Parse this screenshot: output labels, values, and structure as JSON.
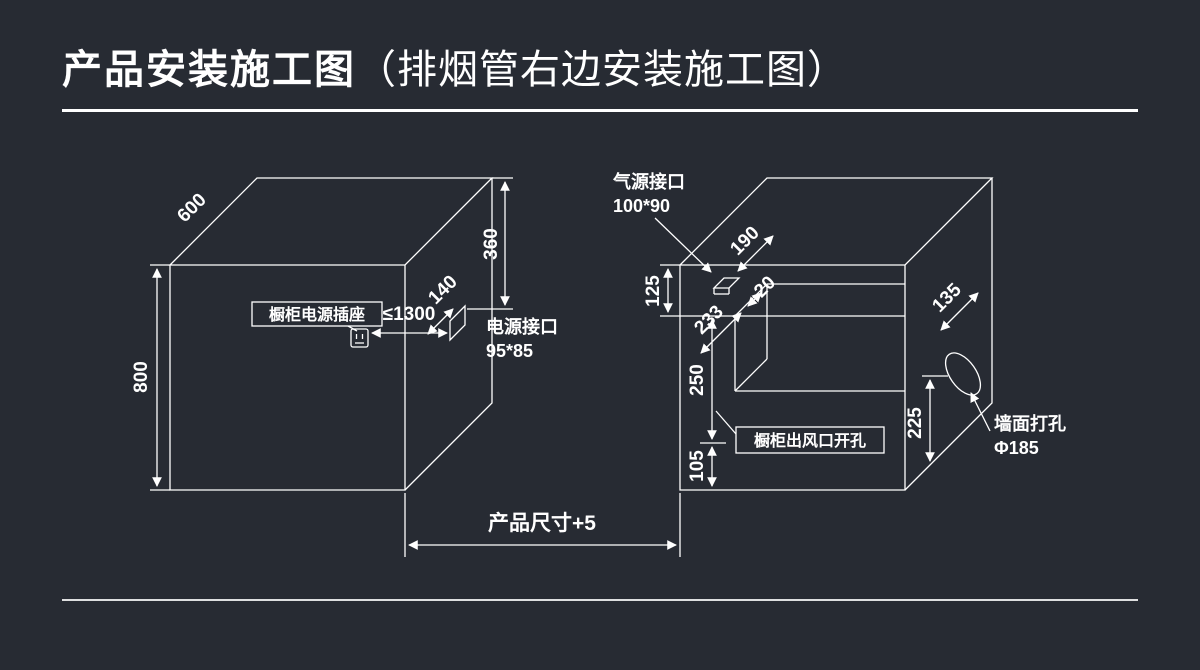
{
  "page": {
    "bg_color": "#272b33",
    "line_color": "#ffffff"
  },
  "title": {
    "main": "产品安装施工图",
    "sub": "（排烟管右边安装施工图）"
  },
  "left": {
    "dims": {
      "depth": "600",
      "height": "800",
      "port_drop": "360",
      "port_offset": "140",
      "socket_distance": "≤1300"
    },
    "socket_label": "橱柜电源插座",
    "power_port": {
      "title": "电源接口",
      "size": "95*85"
    }
  },
  "bottom": {
    "product_size": "产品尺寸+5"
  },
  "right": {
    "gas_port": {
      "title": "气源接口",
      "size": "100*90"
    },
    "dims": {
      "gas_offset": "190",
      "top_gap": "125",
      "duct_depth": "233",
      "duct_offset": "20",
      "opening_height": "250",
      "bottom_gap": "105",
      "hole_offset": "135",
      "hole_drop": "225"
    },
    "outlet_label": "橱柜出风口开孔",
    "wall_hole": {
      "title": "墙面打孔",
      "size": "Φ185"
    }
  }
}
